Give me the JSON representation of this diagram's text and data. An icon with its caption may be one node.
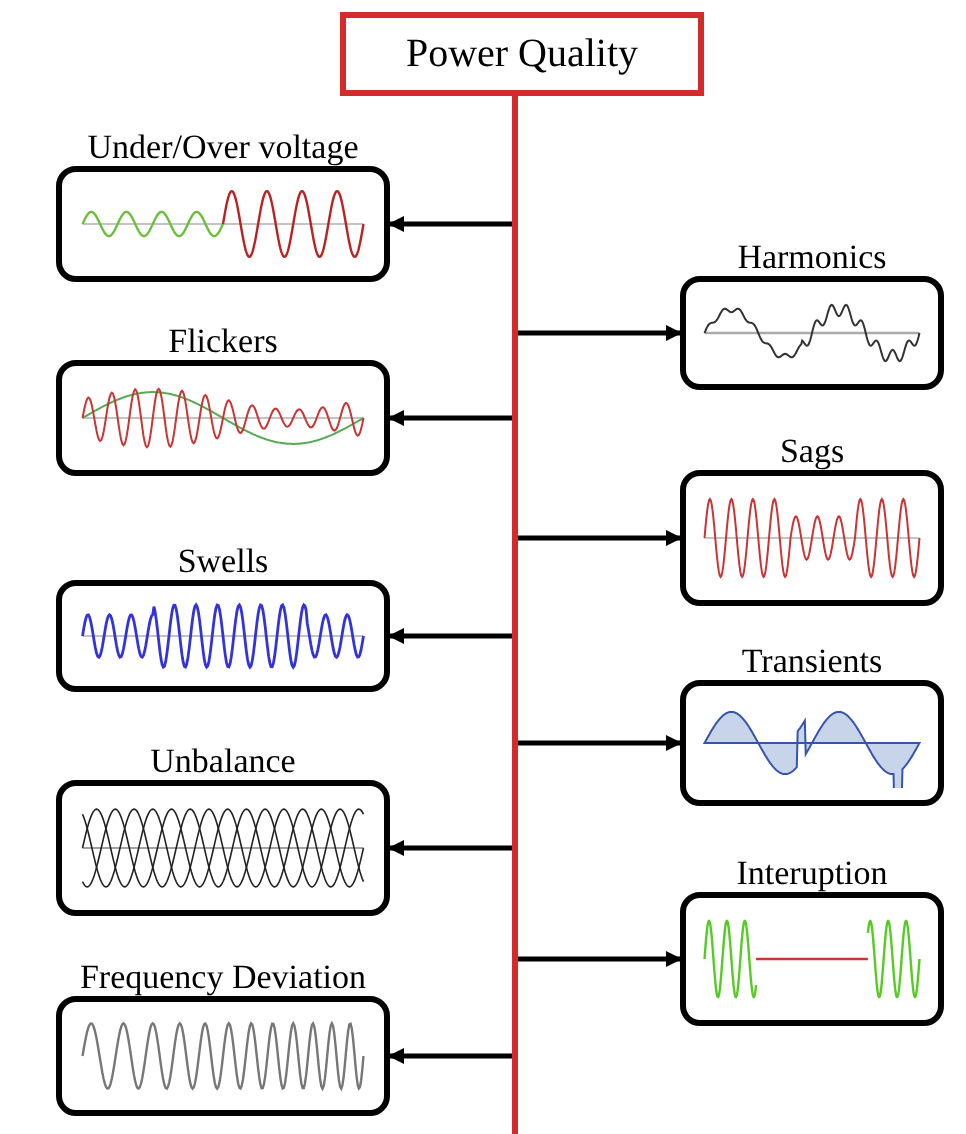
{
  "diagram": {
    "nodes": [
      {
        "text": [
          "Power Quality"
        ]
      },
      {
        "text": [],
        "shape": "bar"
      },
      {
        "text": [
          "Under/Over voltage"
        ]
      },
      {
        "text": [
          "Harmonics"
        ]
      },
      {
        "text": [
          "Flickers"
        ]
      },
      {
        "text": [
          "Sags"
        ]
      },
      {
        "text": [
          "Swells"
        ]
      },
      {
        "text": [
          "Transients"
        ]
      },
      {
        "text": [
          "Unbalance"
        ]
      },
      {
        "text": [
          "Interuption"
        ]
      },
      {
        "text": [
          "Frequency Deviation"
        ]
      }
    ],
    "edges": [
      {
        "from": 1,
        "to": 2,
        "arrow": "to"
      },
      {
        "from": 1,
        "to": 3,
        "arrow": "to"
      },
      {
        "from": 1,
        "to": 4,
        "arrow": "to"
      },
      {
        "from": 1,
        "to": 5,
        "arrow": "to"
      },
      {
        "from": 1,
        "to": 6,
        "arrow": "to"
      },
      {
        "from": 1,
        "to": 7,
        "arrow": "to"
      },
      {
        "from": 1,
        "to": 8,
        "arrow": "to"
      },
      {
        "from": 1,
        "to": 9,
        "arrow": "to"
      },
      {
        "from": 1,
        "to": 10,
        "arrow": "to"
      }
    ]
  }
}
